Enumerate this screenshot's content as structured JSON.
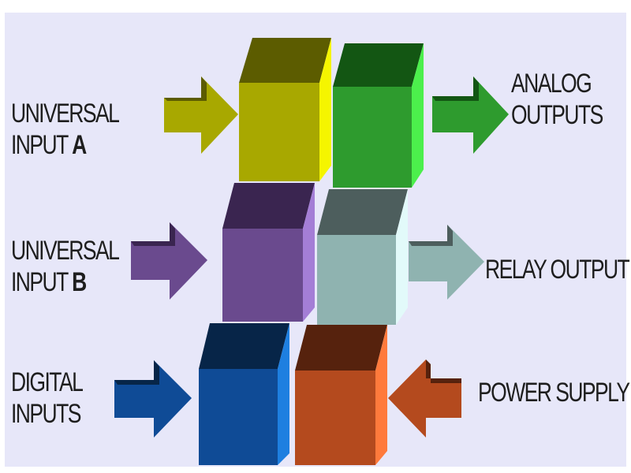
{
  "inputs": {
    "universal_a": {
      "line1": "UNIVERSAL",
      "line2_prefix": "INPUT ",
      "line2_letter": "A"
    },
    "universal_b": {
      "line1": "UNIVERSAL",
      "line2_prefix": "INPUT ",
      "line2_letter": "B"
    },
    "digital": {
      "line1": "DIGITAL",
      "line2": "INPUTS"
    }
  },
  "outputs": {
    "analog": {
      "line1": "ANALOG",
      "line2": "OUTPUTS"
    },
    "relay": "RELAY OUTPUT",
    "power": "POWER SUPPLY"
  },
  "colors": {
    "background": "#e7e7f9",
    "universal_a": "#a8a800",
    "analog_outputs": "#2e9b2e",
    "universal_b": "#6a4a8e",
    "relay_output": "#8fb3b0",
    "digital_inputs": "#0f4b96",
    "power_supply": "#b44a1e"
  },
  "icons": [
    "arrow-right-icon",
    "arrow-left-icon"
  ]
}
